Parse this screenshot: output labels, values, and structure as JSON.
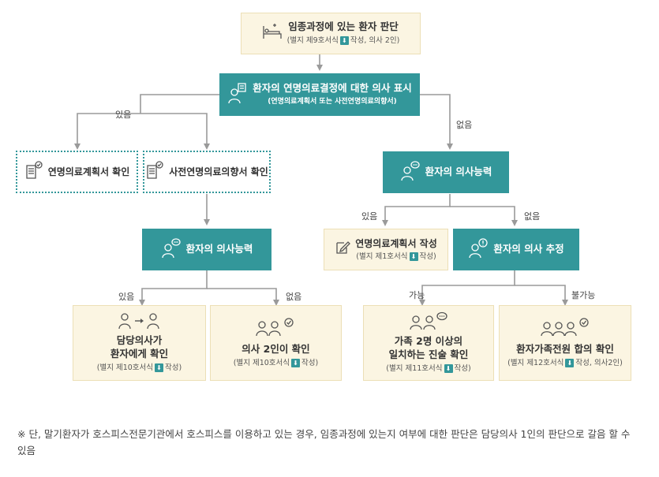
{
  "top": {
    "title": "임종과정에 있는 환자 판단",
    "sub_prefix": "(별지 제9호서식",
    "sub_suffix": "작성, 의사 2인)"
  },
  "intent": {
    "title": "환자의 연명의료결정에 대한 의사 표시",
    "sub": "(연명의료계획서 또는 사전연명의료의향서)"
  },
  "labels": {
    "yes_left": "있음",
    "no_right": "없음",
    "yes_mid_left": "있음",
    "no_mid_left": "없음",
    "yes_right": "있음",
    "no_right2": "없음",
    "possible": "가능",
    "impossible": "불가능"
  },
  "confirm_plan": {
    "title": "연명의료계획서 확인"
  },
  "confirm_advance": {
    "title": "사전연명의료의향서 확인"
  },
  "capacity_left": {
    "title": "환자의 의사능력"
  },
  "capacity_right": {
    "title": "환자의 의사능력"
  },
  "write_plan": {
    "title": "연명의료계획서 작성",
    "sub_prefix": "(별지 제1호서식",
    "sub_suffix": "작성)"
  },
  "estimate": {
    "title": "환자의 의사 추정"
  },
  "attending": {
    "title1": "담당의사가",
    "title2": "환자에게 확인",
    "sub_prefix": "(별지 제10호서식",
    "sub_suffix": "작성)"
  },
  "two_doctors": {
    "title": "의사 2인이 확인",
    "sub_prefix": "(별지 제10호서식",
    "sub_suffix": "작성)"
  },
  "family_statement": {
    "title1": "가족 2명 이상의",
    "title2": "일치하는 진술 확인",
    "sub_prefix": "(별지 제11호서식",
    "sub_suffix": "작성)"
  },
  "family_consent": {
    "title": "환자가족전원 합의 확인",
    "sub_prefix": "(별지 제12호서식",
    "sub_suffix": "작성, 의사2인)"
  },
  "note": "※ 단, 말기환자가 호스피스전문기관에서 호스피스를 이용하고 있는 경우, 임종과정에 있는지 여부에 대한 판단은 담당의사 1인의 판단으로 갈음 할 수 있음",
  "colors": {
    "teal": "#33979a",
    "cream": "#fbf5e2",
    "line": "#9a9a9a"
  },
  "icons": [
    "bed-patient-icon",
    "person-document-icon",
    "document-check-icon",
    "person-speech-icon",
    "pencil-icon",
    "doctor-to-patient-icon",
    "two-doctors-icon",
    "family-speech-icon",
    "family-check-icon",
    "download-icon"
  ]
}
